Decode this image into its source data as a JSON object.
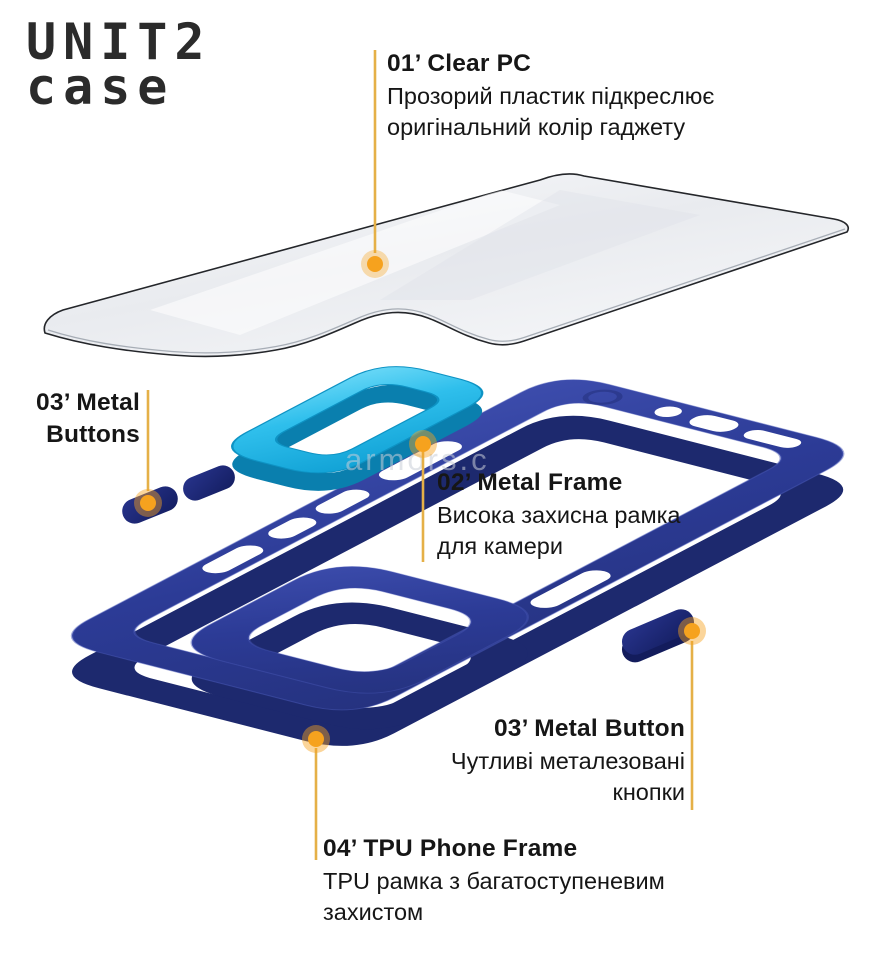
{
  "logo": {
    "line1": "UNIT2",
    "line2": "case"
  },
  "watermark": "armors.c",
  "annotations": {
    "clear_pc": {
      "heading": "01’ Clear PC",
      "body_line1": "Прозорий пластик підкреслює",
      "body_line2": "оригінальний колір гаджету"
    },
    "metal_frame": {
      "heading": "02’ Metal Frame",
      "body_line1": "Висока захисна рамка",
      "body_line2": "для камери"
    },
    "metal_buttons_left": {
      "heading_line1": "03’ Metal",
      "heading_line2": "Buttons"
    },
    "metal_button_right": {
      "heading": "03’ Metal Button",
      "body_line1": "Чутливі металезовані",
      "body_line2": "кнопки"
    },
    "tpu_frame": {
      "heading": "04’ TPU Phone Frame",
      "body_line1": "TPU рамка з багатоступеневим",
      "body_line2": "захистом"
    }
  },
  "colors": {
    "accent_orange": "#F6A21E",
    "leader_line": "#E5B047",
    "case_navy": "#2C3B96",
    "case_navy_dark": "#1D296E",
    "camera_frame_cyan": "#29B9E8",
    "plate_gray": "#ECEEF1",
    "text": "#161616",
    "watermark_gray": "#C9CED8",
    "logo": "#2B2B2B"
  }
}
